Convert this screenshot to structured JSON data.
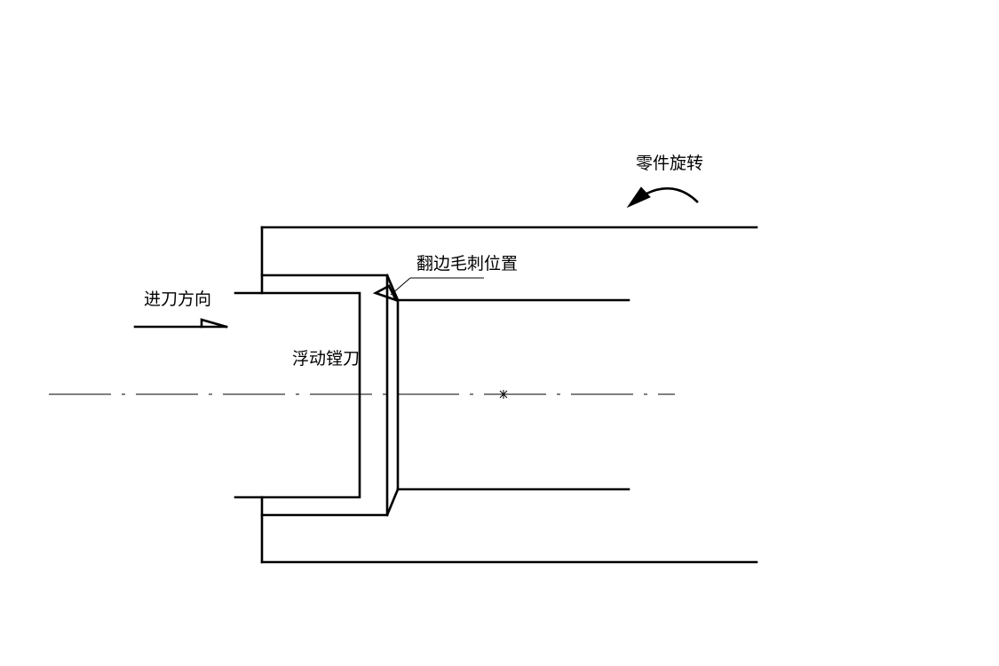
{
  "labels": {
    "workpiece_rotation": "零件旋转",
    "burr_location": "翻边毛刺位置",
    "feed_direction": "进刀方向",
    "floating_boring_tool": "浮动镗刀"
  },
  "colors": {
    "line": "#000000",
    "background": "#ffffff"
  }
}
